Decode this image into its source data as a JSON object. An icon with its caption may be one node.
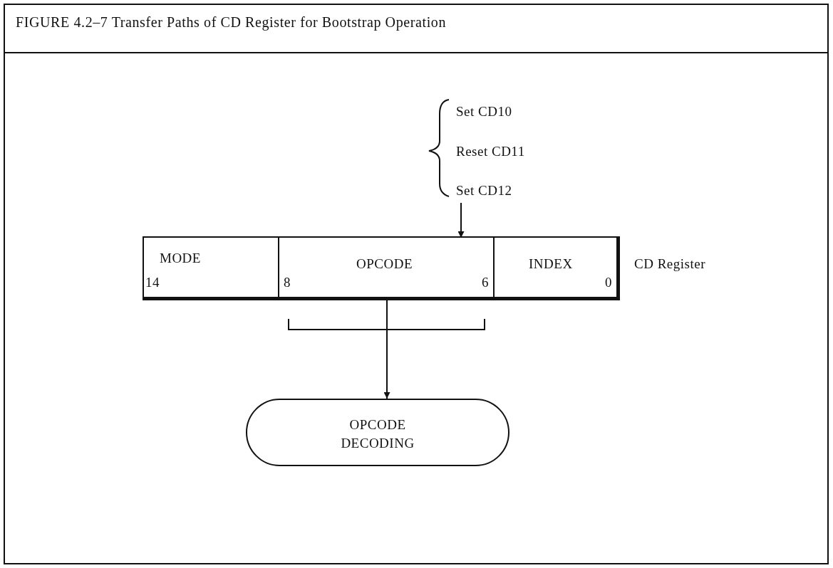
{
  "diagram": {
    "title": "FIGURE 4.2–7 Transfer Paths of CD Register for Bootstrap Operation",
    "nodes": [
      {
        "text": [
          "Set CD10",
          "Reset CD11",
          "Set CD12"
        ]
      },
      {
        "text": [
          "CD Register"
        ]
      },
      {
        "text": [
          "MODE",
          "14"
        ],
        "in": 1
      },
      {
        "text": [
          "OPCODE",
          "8",
          "6"
        ],
        "in": 1
      },
      {
        "text": [
          "INDEX",
          "0"
        ],
        "in": 1
      },
      {
        "text": [
          "OPCODE DECODING"
        ]
      }
    ],
    "edges": [
      {
        "from": 0,
        "to": 3,
        "arrow": "to"
      },
      {
        "from": 3,
        "to": 5,
        "arrow": "to"
      }
    ]
  }
}
